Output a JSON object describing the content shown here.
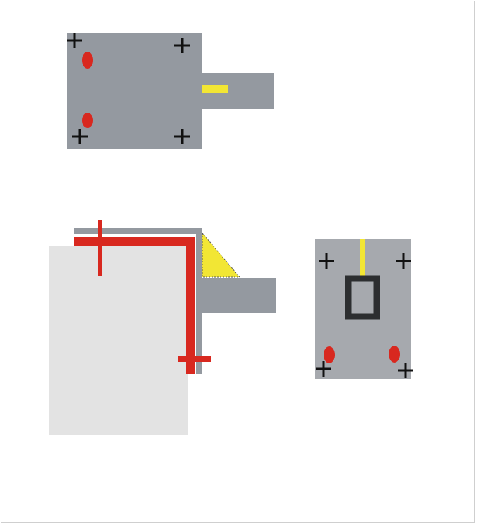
{
  "colors": {
    "background": "#ffffff",
    "frame_border": "#cfcfcf",
    "gray_block": "#9499a0",
    "light_gray_block": "#a6a9ae",
    "pale_sheet": "#e3e3e3",
    "red": "#d8281f",
    "yellow": "#f2e634",
    "dark_frame": "#2c2e30",
    "cross": "#111111"
  },
  "icons": {
    "cross_marker": "plus-cross-icon",
    "hole": "red-oval-hole-icon"
  },
  "views": {
    "top_view": {
      "crosses": 4,
      "red_holes": 2,
      "has_yellow_pin": true
    },
    "side_assembly": {
      "has_red_square_guide": true,
      "has_yellow_gusset": true
    },
    "front_view": {
      "crosses": 4,
      "red_holes": 2,
      "has_square_window": true,
      "has_yellow_pin": true
    }
  }
}
